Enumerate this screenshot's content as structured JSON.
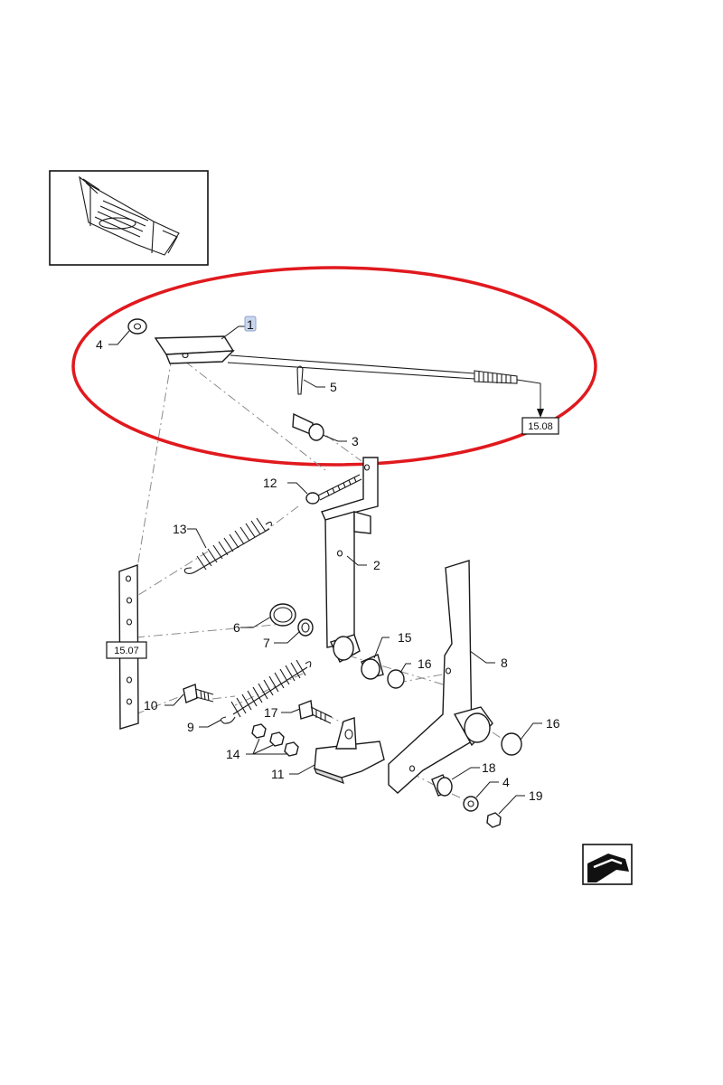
{
  "diagram": {
    "highlight_color": "#e0191e",
    "selected_part_color": "#c9d6ee",
    "labels": {
      "p1": "1",
      "p2": "2",
      "p3": "3",
      "p4a": "4",
      "p4b": "4",
      "p5": "5",
      "p6": "6",
      "p7": "7",
      "p8": "8",
      "p9": "9",
      "p10": "10",
      "p11": "11",
      "p12": "12",
      "p13": "13",
      "p14": "14",
      "p15": "15",
      "p16a": "16",
      "p16b": "16",
      "p17": "17",
      "p18": "18",
      "p19": "19"
    },
    "references": {
      "ref_a": "15.07",
      "ref_b": "15.08"
    },
    "icons": {
      "overview": "assembly-overview-icon",
      "next_page": "next-page-arrow-icon"
    }
  }
}
